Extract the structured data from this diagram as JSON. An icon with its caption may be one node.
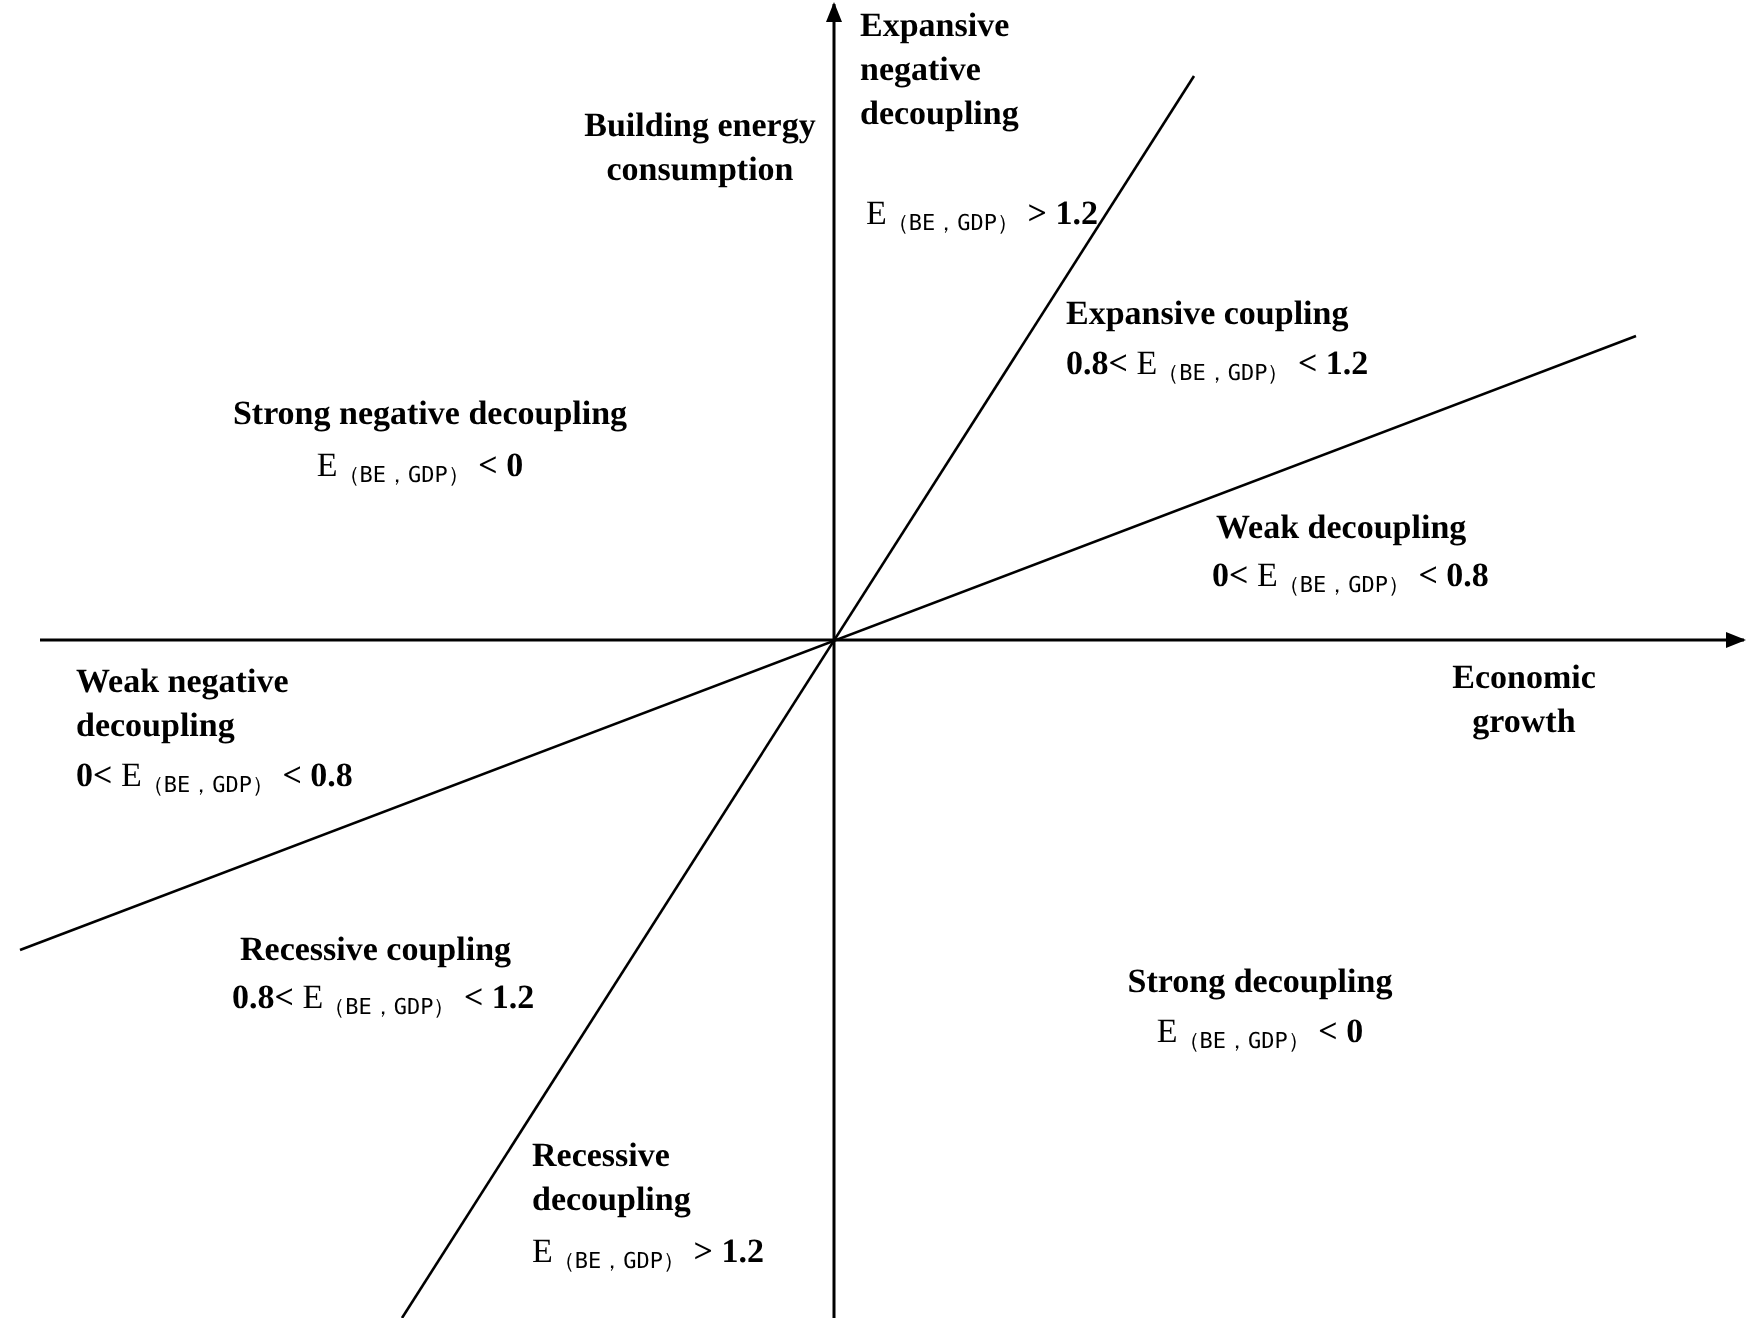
{
  "diagram": {
    "labels": [
      "Building energy consumption",
      "Expansive negative decoupling",
      "E$_{（BE，GDP）}$ **> 1.2**",
      "Expansive coupling",
      "**0.8<** E$_{（BE，GDP）}$ **< 1.2**",
      "Strong negative decoupling",
      "E$_{（BE，GDP）}$ **< 0**",
      "Weak decoupling",
      "**0<** E$_{（BE，GDP）}$ **< 0.8**",
      "Economic growth",
      "Weak negative decoupling",
      "**0<** E$_{（BE，GDP）}$ **< 0.8**",
      "Recessive coupling",
      "**0.8<** E$_{（BE，GDP）}$ **< 1.2**",
      "Strong decoupling",
      "E$_{（BE，GDP）}$ **< 0**",
      "Recessive decoupling",
      "E$_{（BE，GDP）}$ **> 1.2**"
    ]
  }
}
